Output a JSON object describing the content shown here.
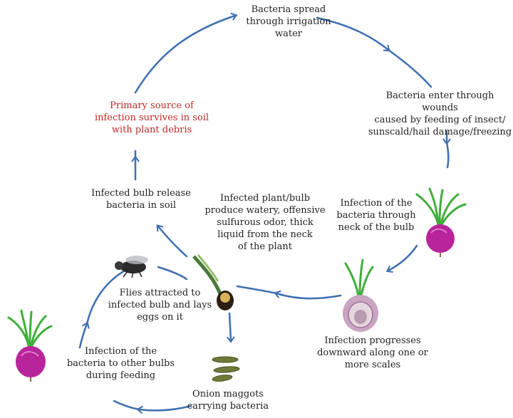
{
  "colors": {
    "arc": "#3f6fb0",
    "text": "#222222",
    "highlight_text": "#c62828",
    "leaf": "#3fae3a",
    "bulb": "#b8249a",
    "fly": "#333333",
    "maggot": "#6f7a3a"
  },
  "labels": {
    "bacteria_spread": "Bacteria spread\nthrough irrigation\nwater",
    "bacteria_enter": "Bacteria enter through wounds\ncaused by feeding of insect/\nsunscald/hail damage/freezing",
    "infection_neck": "Infection of the\nbacteria through\nneck of the bulb",
    "infection_progresses": "Infection progresses\ndownward along one or\nmore scales",
    "onion_maggots": "Onion maggots\ncarrying bacteria",
    "infection_other_bulbs": "Infection of the\nbacteria to other bulbs\nduring feeding",
    "flies_attracted": "Flies attracted to\ninfected bulb and lays\neggs on it",
    "infected_plant": "Infected plant/bulb\nproduce watery, offensive\nsulfurous odor, thick\nliquid from the neck\nof the plant",
    "infected_bulb_release": "Infected bulb release\nbacteria in soil",
    "primary_source": "Primary source of\ninfection survives in soil\nwith plant debris"
  },
  "icons": {
    "healthy_onion_right": "onion-icon",
    "infected_onion_cut": "cut-onion-icon",
    "rotting_plant": "rotting-plant-icon",
    "fly": "fly-icon",
    "maggots": "maggot-icon",
    "healthy_onion_left": "onion-icon"
  }
}
